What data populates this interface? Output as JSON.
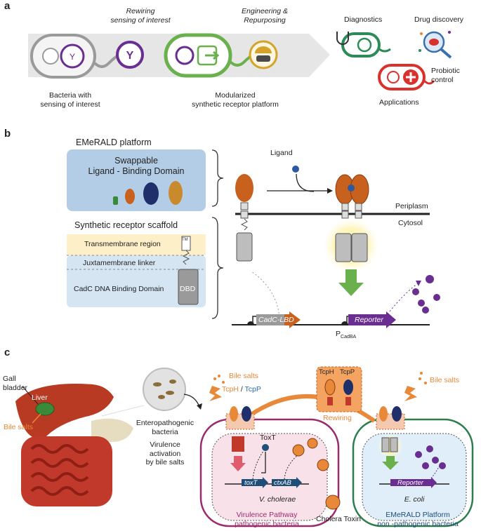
{
  "panel_a": {
    "label": "a",
    "rewiring": "Rewiring\nsensing of interest",
    "engineering": "Engineering &\nRepurposing",
    "bacteria": "Bacteria with\nsensing  of interest",
    "modular": "Modularized\nsynthetic  receptor platform",
    "diagnostics": "Diagnostics",
    "drug": "Drug discovery",
    "probiotic": "Probiotic\ncontrol",
    "applications": "Applications"
  },
  "panel_b": {
    "label": "b",
    "platform": "EMeRALD  platform",
    "swappable": "Swappable\nLigand - Binding Domain",
    "scaffold": "Synthetic receptor scaffold",
    "tm": "Transmembrane region",
    "tm_tag": "TM",
    "jml": "Juxtamembrane linker",
    "dbd_domain": "CadC DNA Binding Domain",
    "dbd_tag": "DBD",
    "ligand": "Ligand",
    "periplasm": "Periplasm",
    "cytosol": "Cytosol",
    "gene1": "CadC-LBD",
    "promoter": "P",
    "promoter_sub": "CadBA",
    "reporter": "Reporter"
  },
  "panel_c": {
    "label": "c",
    "gall": "Gall\nbladder",
    "liver": "Liver",
    "bile_liver": "Bile salts",
    "entero": "Enteropathogenic\nbacteria",
    "virulence_act": "Virulence\nactivation\nby bile salts",
    "bile1": "Bile salts",
    "tcph": "TcpH",
    "slash": " / ",
    "tcpp": "TcpP",
    "box_tcph": "TcpH",
    "box_tcpp": "TcpP",
    "rewiring": "Rewiring",
    "bile2": "Bile salts",
    "toxt_protein": "ToxT",
    "toxt_gene": "toxT",
    "ctxab": "ctxAB",
    "vcholerae": "V. cholerae",
    "cholera_toxin": "Cholera Toxin",
    "reporter": "Reporter",
    "ecoli": "E. coli",
    "vir_title": "Virulence Pathway\npathogenic bacteria",
    "emerald_title": "EMeRALD Platform\nnon -pathogenic bacteria"
  },
  "colors": {
    "orange": "#c8601e",
    "navy": "#1f2f6b",
    "purple": "#6a2d91",
    "green_cell": "#2e7d4f",
    "magenta": "#9c2a6c",
    "bile_orange": "#e8893a",
    "tcpp_blue": "#2b6cb0"
  }
}
